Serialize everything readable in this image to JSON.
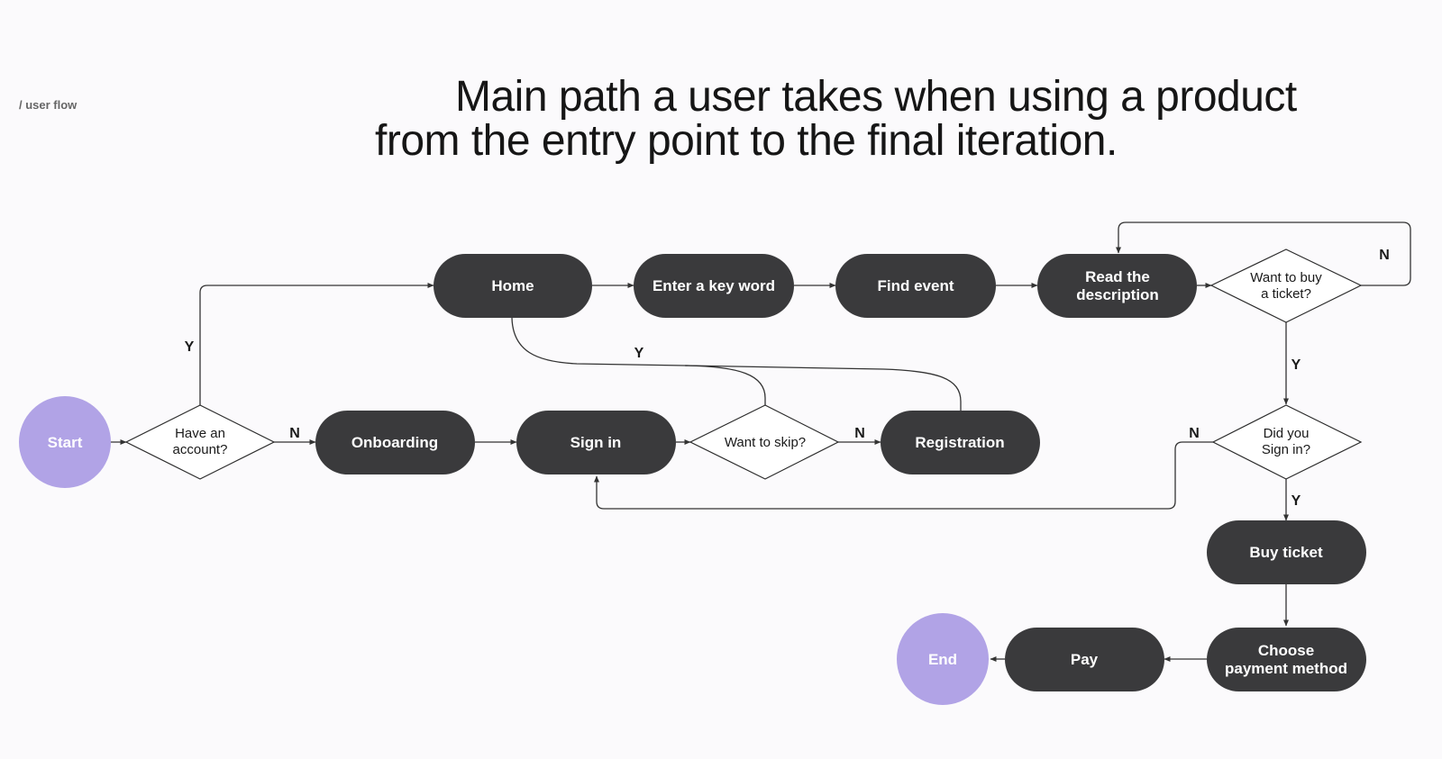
{
  "header": {
    "tag": "/ user flow",
    "title_line1": "Main path a user takes when using a product",
    "title_line2": "from the entry point to the final iteration."
  },
  "colors": {
    "background": "#fbfafc",
    "node_fill": "#3a3a3c",
    "terminal_fill": "#b1a3e6",
    "decision_fill": "#ffffff",
    "line": "#333333"
  },
  "nodes": {
    "start": "Start",
    "have_account": [
      "Have an",
      "account?"
    ],
    "onboarding": "Onboarding",
    "sign_in": "Sign in",
    "want_to_skip": "Want to skip?",
    "registration": "Registration",
    "home": "Home",
    "enter_key_word": "Enter a key word",
    "find_event": "Find event",
    "read_description": [
      "Read the",
      "description"
    ],
    "want_to_buy": [
      "Want to buy",
      "a ticket?"
    ],
    "did_you_sign_in": [
      "Did you",
      "Sign in?"
    ],
    "buy_ticket": "Buy ticket",
    "choose_payment": [
      "Choose",
      "payment method"
    ],
    "pay": "Pay",
    "end": "End"
  },
  "edge_labels": {
    "account_yes": "Y",
    "account_no": "N",
    "skip_yes": "Y",
    "skip_no": "N",
    "buy_no": "N",
    "buy_yes": "Y",
    "signin_no": "N",
    "signin_yes": "Y"
  }
}
